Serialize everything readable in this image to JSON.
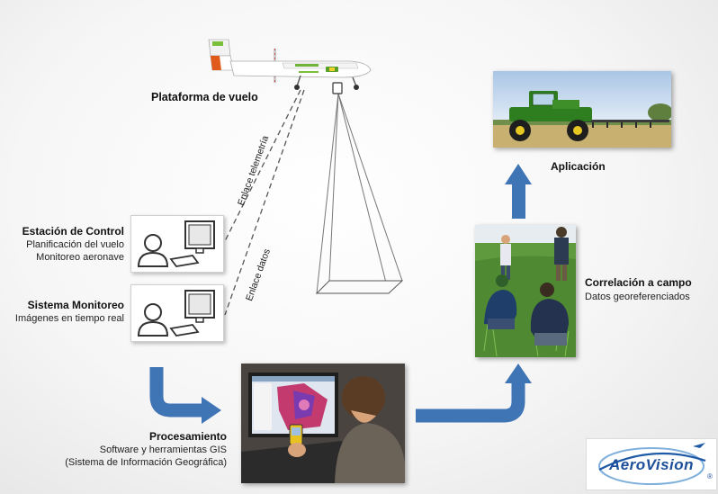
{
  "platform": {
    "title": "Plataforma de vuelo",
    "wing_text": "drone-logo"
  },
  "links": {
    "telemetry": "Enlace telemetría",
    "data": "Enlace datos"
  },
  "control": {
    "title": "Estación de Control",
    "line1": "Planificación del vuelo",
    "line2": "Monitoreo aeronave"
  },
  "monitor": {
    "title": "Sistema Monitoreo",
    "line1": "Imágenes en tiempo real"
  },
  "processing": {
    "title": "Procesamiento",
    "line1": "Software y herramientas GIS",
    "line2": "(Sistema de Información Geográfica)"
  },
  "field": {
    "title": "Correlación a campo",
    "line1": "Datos georeferenciados"
  },
  "application": {
    "title": "Aplicación"
  },
  "logo": {
    "text": "AeroVision",
    "mark": "®"
  },
  "colors": {
    "arrow": "#3f74b5",
    "accent_orange": "#e05a1c",
    "tractor_green": "#2e7d1f"
  }
}
